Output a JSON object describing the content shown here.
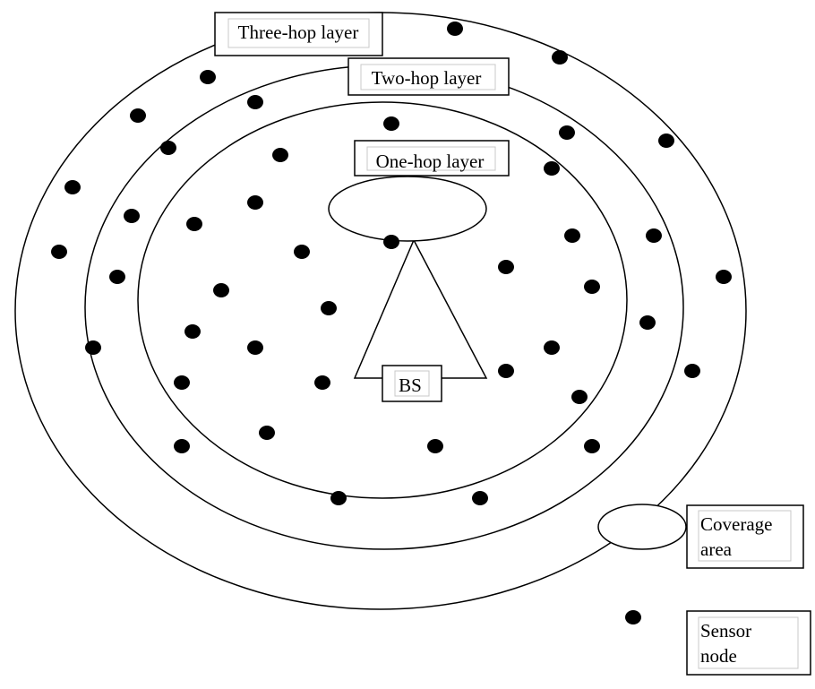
{
  "labels": {
    "three_hop": "Three-hop layer",
    "two_hop": "Two-hop layer",
    "one_hop": "One-hop layer",
    "base_station": "BS",
    "legend_coverage_line1": "Coverage",
    "legend_coverage_line2": "area",
    "legend_sensor_line1": "Sensor",
    "legend_sensor_line2": "node"
  },
  "colors": {
    "stroke": "#000000",
    "node_fill": "#000000",
    "background": "#ffffff"
  }
}
